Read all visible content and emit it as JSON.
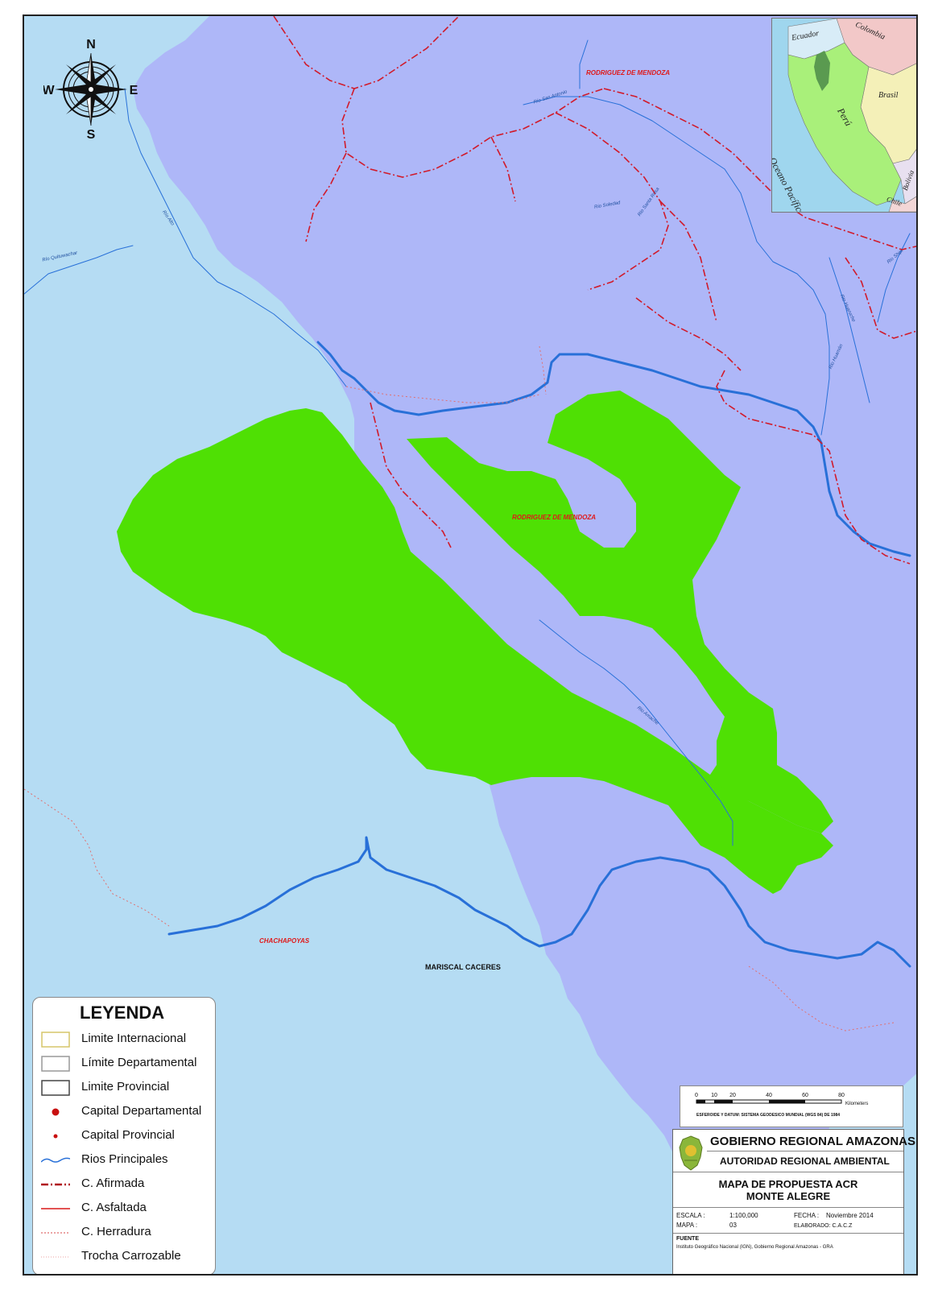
{
  "map": {
    "place_labels": [
      {
        "text": "RODRIGUEZ DE MENDOZA",
        "style": "red"
      },
      {
        "text": "RODRIGUEZ DE MENDOZA",
        "style": "red"
      },
      {
        "text": "CHACHAPOYAS",
        "style": "red"
      },
      {
        "text": "MARISCAL CACERES",
        "style": "black"
      }
    ],
    "river_labels": [
      "Río Quituwachar",
      "Río Alto",
      "Río San Antonio",
      "Rio Santa Rosa",
      "Rio Soledad",
      "Rio Huaruche",
      "Rio Huamán",
      "Rio Shipi",
      "Rio Amache"
    ],
    "colors": {
      "sea": "#b5dcf3",
      "region": "#aeb7f8",
      "proposal_area": "#4fe004",
      "river": "#2870d8",
      "road": "#d11a2a"
    }
  },
  "compass": {
    "n": "N",
    "s": "S",
    "e": "E",
    "w": "W"
  },
  "inset": {
    "labels": [
      "Ecuador",
      "Colombia",
      "Brasil",
      "Perú",
      "Oceano Pacífico",
      "Bolivia",
      "Chile"
    ]
  },
  "legend": {
    "title": "LEYENDA",
    "items": [
      {
        "label": "Limite Internacional",
        "icon": "box-yellow"
      },
      {
        "label": "Límite Departamental",
        "icon": "box-gray"
      },
      {
        "label": "Limite Provincial",
        "icon": "box-black"
      },
      {
        "label": "Capital Departamental",
        "icon": "dot-large"
      },
      {
        "label": "Capital Provincial",
        "icon": "dot-small"
      },
      {
        "label": "Rios Principales",
        "icon": "river-line"
      },
      {
        "label": "C. Afirmada",
        "icon": "dash-dot-red"
      },
      {
        "label": "C. Asfaltada",
        "icon": "solid-red"
      },
      {
        "label": "C. Herradura",
        "icon": "dotted-red"
      },
      {
        "label": "Trocha Carrozable",
        "icon": "dotted-pink"
      }
    ]
  },
  "scale": {
    "ticks": [
      "0",
      "10",
      "20",
      "40",
      "60",
      "80"
    ],
    "unit": "Kilometers",
    "datum": "ESFEROIDE Y DATUM: SISTEMA GEODESICO MUNDIAL (WGS 84) DE 1984"
  },
  "title_block": {
    "org": "GOBIERNO REGIONAL AMAZONAS",
    "dept": "AUTORIDAD REGIONAL AMBIENTAL",
    "map_title_1": "MAPA DE PROPUESTA ACR",
    "map_title_2": "MONTE ALEGRE",
    "escala_label": "ESCALA :",
    "escala_value": "1:100,000",
    "mapa_label": "MAPA :",
    "mapa_value": "03",
    "fecha_label": "FECHA :",
    "fecha_value": "Noviembre 2014",
    "elaborado": "ELABORADO: C.A.C.Z",
    "fuente_label": "FUENTE",
    "fuente_text": "Instituto Geográfico Nacional (IGN), Gobierno Regional Amazonas - GRA"
  }
}
